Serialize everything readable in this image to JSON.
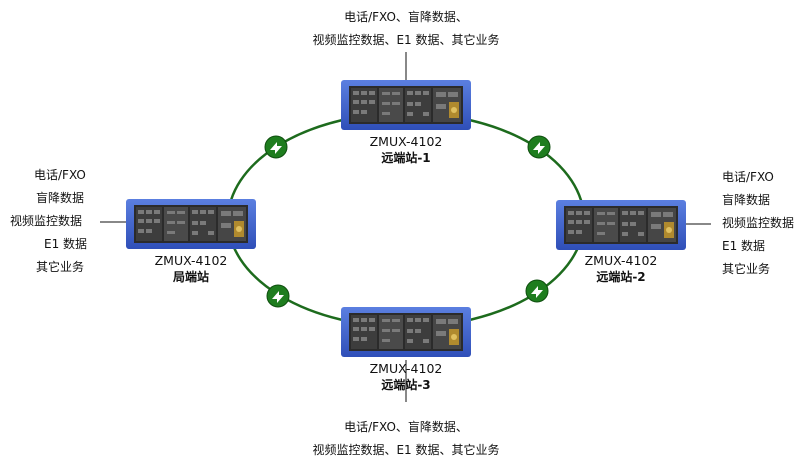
{
  "stations": {
    "top": {
      "model": "ZMUX-4102",
      "role": "远端站-1"
    },
    "right": {
      "model": "ZMUX-4102",
      "role": "远端站-2"
    },
    "bottom": {
      "model": "ZMUX-4102",
      "role": "远端站-3"
    },
    "left": {
      "model": "ZMUX-4102",
      "role": "局端站"
    }
  },
  "services": {
    "top": [
      "电话/FXO、盲降数据、",
      "视频监控数据、E1 数据、其它业务"
    ],
    "bottom": [
      "电话/FXO、盲降数据、",
      "视频监控数据、E1 数据、其它业务"
    ],
    "left": [
      "电话/FXO",
      "盲降数据",
      "视频监控数据",
      "E1 数据",
      "其它业务"
    ],
    "right": [
      "电话/FXO",
      "盲降数据",
      "视频监控数据",
      "E1 数据",
      "其它业务"
    ]
  },
  "colors": {
    "ring": "#1d6b1d",
    "device_frame": "#3a5fcd",
    "device_body": "#2a2a2a",
    "connector": "#1e7d1e"
  },
  "icons": {
    "connector": "ring-connector-icon",
    "device": "device-chassis-icon"
  }
}
